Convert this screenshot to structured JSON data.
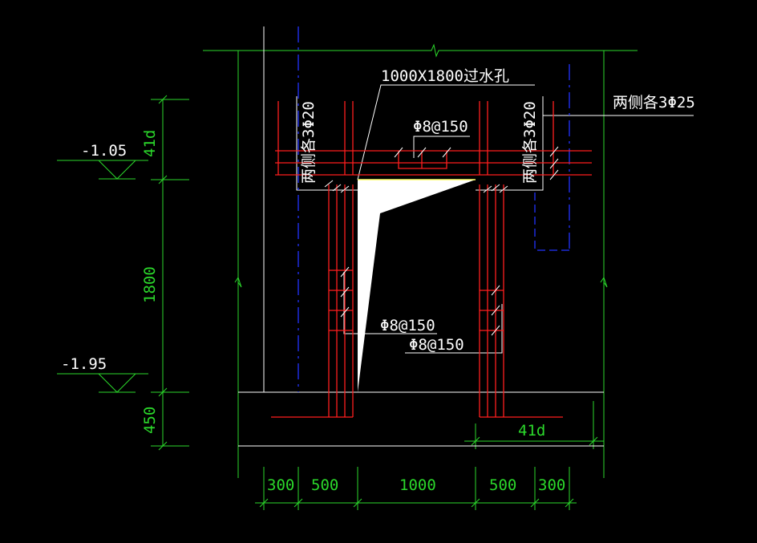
{
  "colors": {
    "background": "#000000",
    "dimension": "#2bd82b",
    "rebar": "#ff1e1e",
    "text": "#ffffff",
    "axis": "#2233ff",
    "opening_fill": "#ffffff"
  },
  "labels": {
    "opening": "1000X1800过水孔",
    "sides_top_right": "两侧各3Φ25",
    "vertical_left": "两侧各3Φ20",
    "vertical_right": "两侧各3Φ20",
    "stirrup_top": "Φ8@150",
    "stirrup_mid": "Φ8@150",
    "stirrup_low": "Φ8@150",
    "elev_upper": "-1.05",
    "elev_lower": "-1.95"
  },
  "dimensions": {
    "left_anchor": "41d",
    "left_opening_height": "1800",
    "left_bottom": "450",
    "bottom_anchor": "41d",
    "bottom_row": [
      "300",
      "500",
      "1000",
      "500",
      "300"
    ]
  }
}
